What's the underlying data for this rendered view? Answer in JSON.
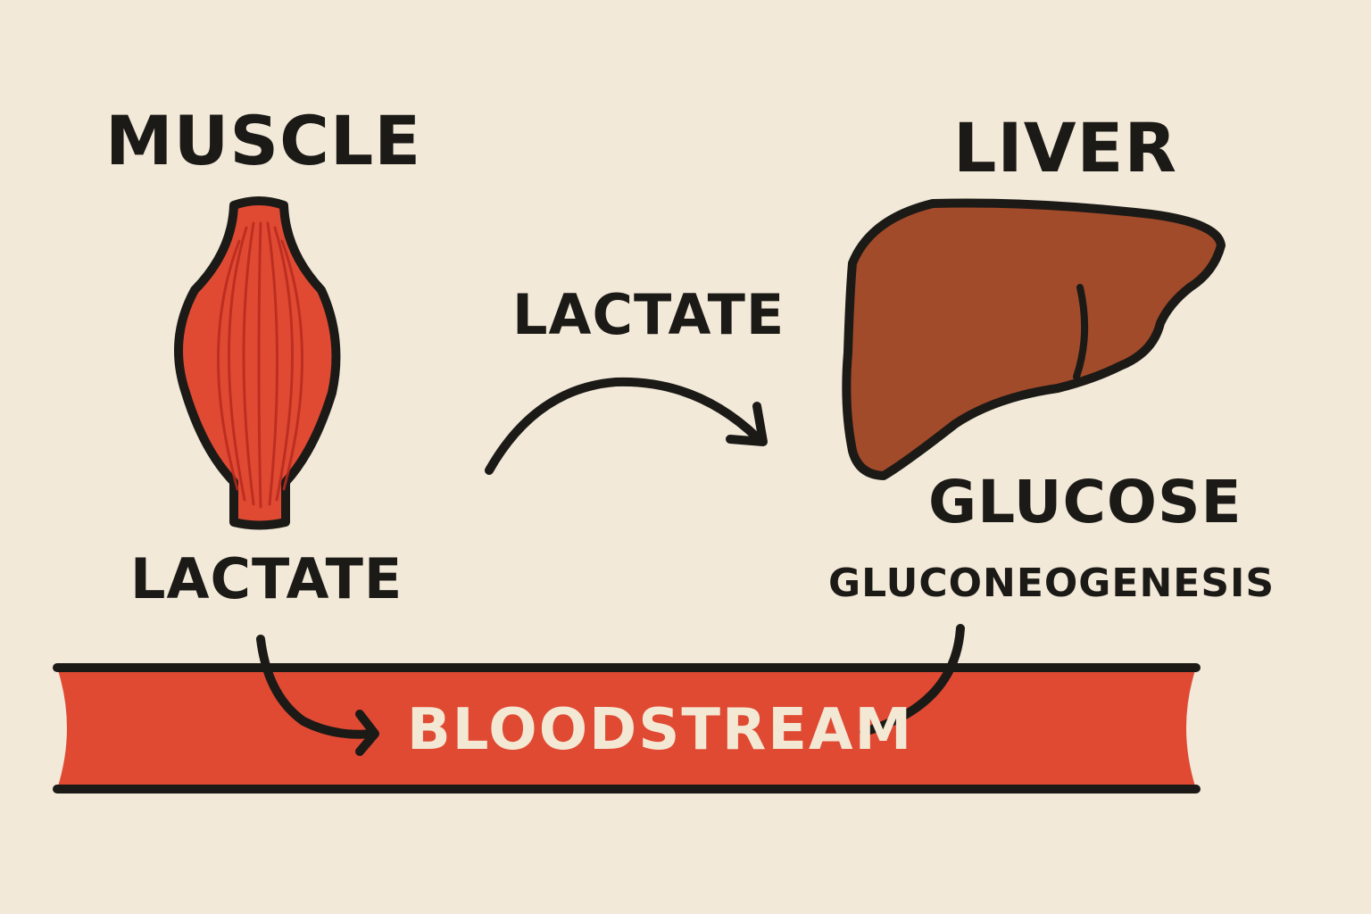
{
  "labels": {
    "muscle": "MUSCLE",
    "liver": "LIVER",
    "lactate_transfer": "LACTATE",
    "lactate_muscle": "LACTATE",
    "glucose": "GLUCOSE",
    "gluconeogenesis": "GLUCONEOGENESIS",
    "bloodstream": "BLOODSTREAM"
  },
  "colors": {
    "background": "#f2e9d8",
    "muscle": "#e04a33",
    "muscle_fiber": "#b82a1e",
    "liver": "#a24b2a",
    "bloodstream": "#e04a33",
    "outline": "#1c1a17",
    "bloodstream_text": "#f3e8d4"
  }
}
